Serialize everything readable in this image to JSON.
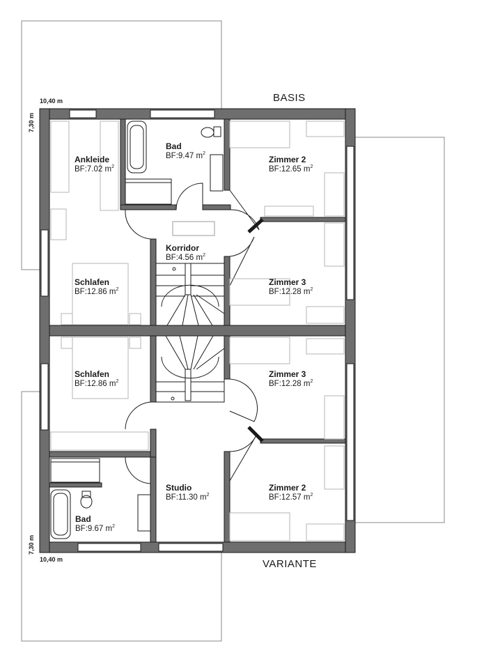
{
  "headings": {
    "top": "BASIS",
    "bottom": "VARIANTE"
  },
  "dimensions": {
    "top_width": "10,40 m",
    "top_depth": "7,30 m",
    "bottom_width": "10,40 m",
    "bottom_depth": "7,30 m"
  },
  "area_unit": "m",
  "area_exponent": "2",
  "rooms": {
    "ankleide": {
      "name": "Ankleide",
      "area": "BF:7.02"
    },
    "bad_top": {
      "name": "Bad",
      "area": "BF:9.47"
    },
    "zimmer2_top": {
      "name": "Zimmer 2",
      "area": "BF:12.65"
    },
    "korridor": {
      "name": "Korridor",
      "area": "BF:4.56"
    },
    "schlafen_top": {
      "name": "Schlafen",
      "area": "BF:12.86"
    },
    "zimmer3_top": {
      "name": "Zimmer 3",
      "area": "BF:12.28"
    },
    "schlafen_bottom": {
      "name": "Schlafen",
      "area": "BF:12.86"
    },
    "zimmer3_bottom": {
      "name": "Zimmer 3",
      "area": "BF:12.28"
    },
    "studio": {
      "name": "Studio",
      "area": "BF:11.30"
    },
    "zimmer2_bottom": {
      "name": "Zimmer 2",
      "area": "BF:12.57"
    },
    "bad_bottom": {
      "name": "Bad",
      "area": "BF:9.67"
    }
  },
  "colors": {
    "wall": "#6e6e6e",
    "line": "#1a1a1a",
    "thin": "#b4b4b4"
  }
}
